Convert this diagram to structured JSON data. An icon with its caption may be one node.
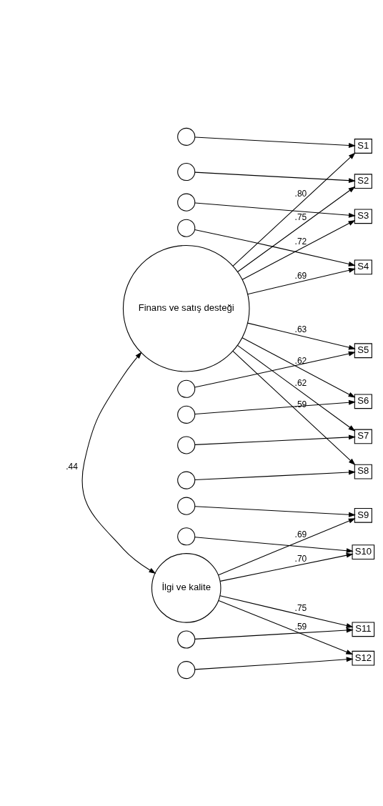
{
  "diagram": {
    "nodes": [
      {
        "text": [],
        "shape": "circle"
      },
      {
        "text": [
          "S1"
        ]
      },
      {
        "text": [],
        "shape": "circle"
      },
      {
        "text": [
          "S2"
        ]
      },
      {
        "text": [],
        "shape": "circle"
      },
      {
        "text": [
          "S3"
        ]
      },
      {
        "text": [],
        "shape": "circle"
      },
      {
        "text": [
          "S4"
        ]
      },
      {
        "text": [],
        "shape": "circle"
      },
      {
        "text": [
          "S5"
        ]
      },
      {
        "text": [],
        "shape": "circle"
      },
      {
        "text": [
          "S6"
        ]
      },
      {
        "text": [],
        "shape": "circle"
      },
      {
        "text": [
          "S7"
        ]
      },
      {
        "text": [],
        "shape": "circle"
      },
      {
        "text": [
          "S8"
        ]
      },
      {
        "text": [],
        "shape": "circle"
      },
      {
        "text": [
          "S9"
        ]
      },
      {
        "text": [],
        "shape": "circle"
      },
      {
        "text": [
          "S10"
        ]
      },
      {
        "text": [],
        "shape": "circle"
      },
      {
        "text": [
          "S11"
        ]
      },
      {
        "text": [],
        "shape": "circle"
      },
      {
        "text": [
          "S12"
        ]
      },
      {
        "text": [
          "Finans ve satış desteği"
        ]
      },
      {
        "text": [
          "İlgi ve kalite"
        ]
      }
    ],
    "edges": [
      {
        "from": 0,
        "to": 1,
        "arrow": "to"
      },
      {
        "from": 2,
        "to": 3,
        "arrow": "to"
      },
      {
        "from": 4,
        "to": 5,
        "arrow": "to"
      },
      {
        "from": 6,
        "to": 7,
        "arrow": "to"
      },
      {
        "from": 8,
        "to": 9,
        "arrow": "to"
      },
      {
        "from": 10,
        "to": 11,
        "arrow": "to"
      },
      {
        "from": 12,
        "to": 13,
        "arrow": "to"
      },
      {
        "from": 14,
        "to": 15,
        "arrow": "to"
      },
      {
        "from": 16,
        "to": 17,
        "arrow": "to"
      },
      {
        "from": 18,
        "to": 19,
        "arrow": "to"
      },
      {
        "from": 20,
        "to": 21,
        "arrow": "to"
      },
      {
        "from": 22,
        "to": 23,
        "arrow": "to"
      },
      {
        "from": 24,
        "to": 1,
        "arrow": "to",
        "label": ".80"
      },
      {
        "from": 24,
        "to": 3,
        "arrow": "to",
        "label": ".75"
      },
      {
        "from": 24,
        "to": 5,
        "arrow": "to",
        "label": ".72"
      },
      {
        "from": 24,
        "to": 7,
        "arrow": "to",
        "label": ".69"
      },
      {
        "from": 24,
        "to": 9,
        "arrow": "to",
        "label": ".63"
      },
      {
        "from": 24,
        "to": 11,
        "arrow": "to",
        "label": ".62"
      },
      {
        "from": 24,
        "to": 13,
        "arrow": "to",
        "label": ".62"
      },
      {
        "from": 24,
        "to": 15,
        "arrow": "to",
        "label": ".59"
      },
      {
        "from": 25,
        "to": 17,
        "arrow": "to",
        "label": ".69"
      },
      {
        "from": 25,
        "to": 19,
        "arrow": "to",
        "label": ".70"
      },
      {
        "from": 25,
        "to": 21,
        "arrow": "to",
        "label": ".75"
      },
      {
        "from": 25,
        "to": 23,
        "arrow": "to",
        "label": ".59"
      },
      {
        "from": 24,
        "to": 25,
        "arrow": "both",
        "label": ".44"
      }
    ]
  }
}
